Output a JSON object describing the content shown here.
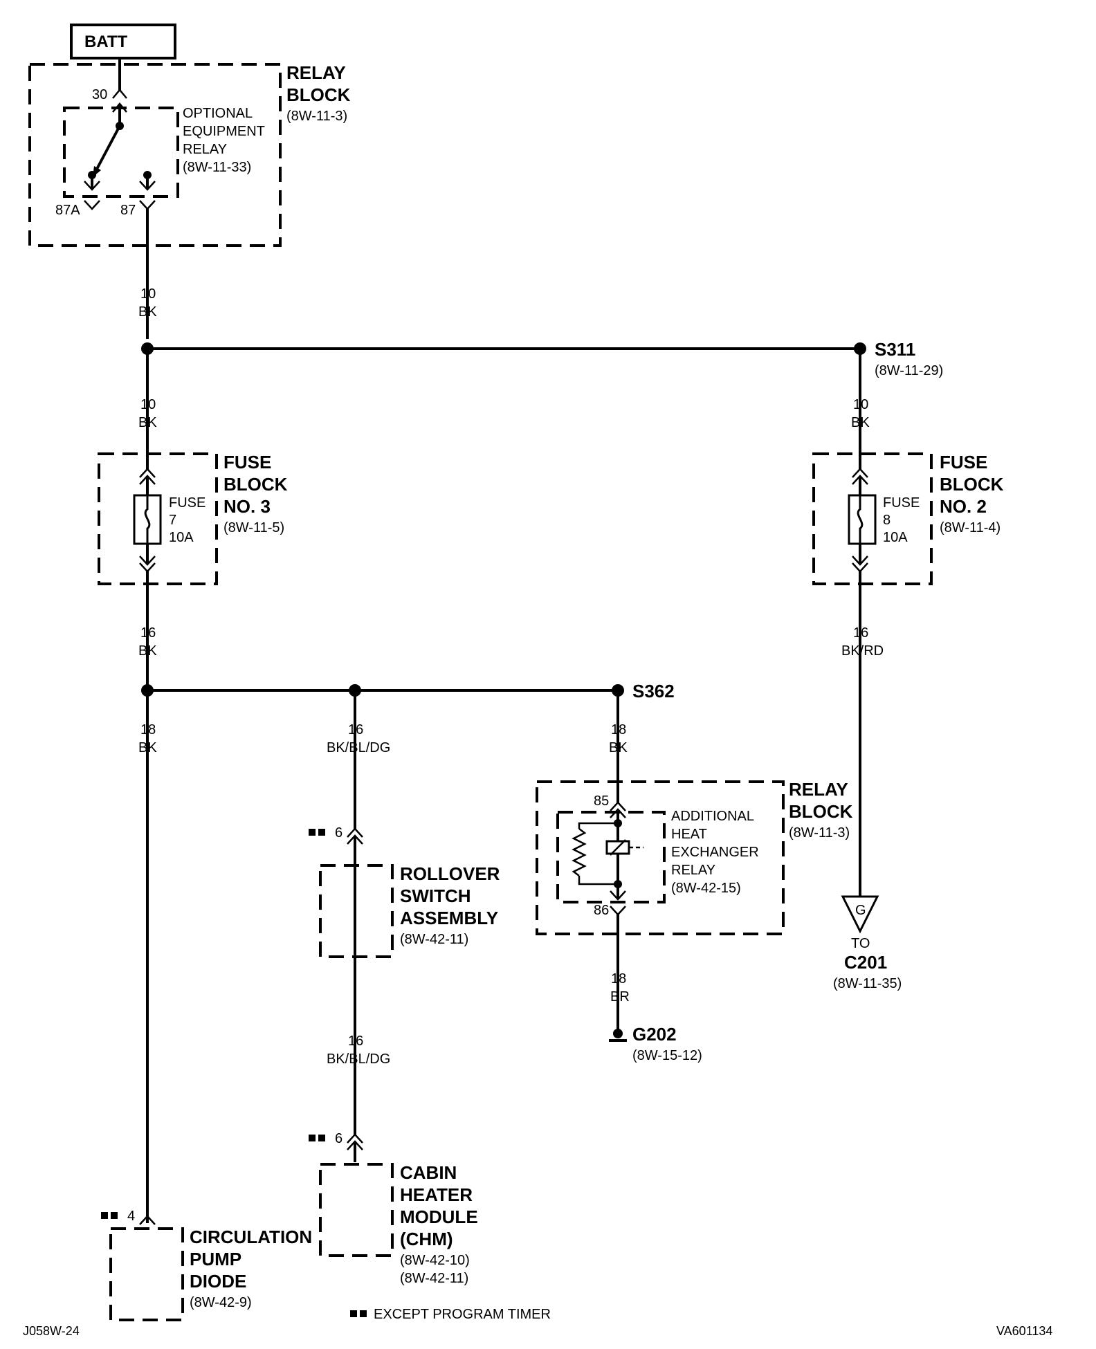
{
  "batt": "BATT",
  "relay_block_top": {
    "line1": "RELAY",
    "line2": "BLOCK",
    "ref": "(8W-11-3)"
  },
  "optional_relay": {
    "line1": "OPTIONAL",
    "line2": "EQUIPMENT",
    "line3": "RELAY",
    "ref": "(8W-11-33)",
    "pin30": "30",
    "pin87a": "87A",
    "pin87": "87"
  },
  "wire_10bk": {
    "gauge": "10",
    "color": "BK"
  },
  "s311": {
    "name": "S311",
    "ref": "(8W-11-29)"
  },
  "fuse_block_3": {
    "line1": "FUSE",
    "line2": "BLOCK",
    "line3": "NO. 3",
    "ref": "(8W-11-5)",
    "fuse_label": "FUSE",
    "fuse_num": "7",
    "fuse_amp": "10A"
  },
  "fuse_block_2": {
    "line1": "FUSE",
    "line2": "BLOCK",
    "line3": "NO. 2",
    "ref": "(8W-11-4)",
    "fuse_label": "FUSE",
    "fuse_num": "8",
    "fuse_amp": "10A"
  },
  "wire_16bk": {
    "gauge": "16",
    "color": "BK"
  },
  "wire_16bkrd": {
    "gauge": "16",
    "color": "BK/RD"
  },
  "wire_18bk": {
    "gauge": "18",
    "color": "BK"
  },
  "wire_16bkbldg": {
    "gauge": "16",
    "color": "BK/BL/DG"
  },
  "wire_18br": {
    "gauge": "18",
    "color": "BR"
  },
  "s362": {
    "name": "S362"
  },
  "relay_block_mid": {
    "line1": "RELAY",
    "line2": "BLOCK",
    "ref": "(8W-11-3)"
  },
  "heat_relay": {
    "line1": "ADDITIONAL",
    "line2": "HEAT",
    "line3": "EXCHANGER",
    "line4": "RELAY",
    "ref": "(8W-42-15)",
    "pin85": "85",
    "pin86": "86"
  },
  "rollover": {
    "line1": "ROLLOVER",
    "line2": "SWITCH",
    "line3": "ASSEMBLY",
    "ref": "(8W-42-11)",
    "pin": "6"
  },
  "chm": {
    "line1": "CABIN",
    "line2": "HEATER",
    "line3": "MODULE",
    "line4": "(CHM)",
    "ref1": "(8W-42-10)",
    "ref2": "(8W-42-11)",
    "pin": "6"
  },
  "circ_pump": {
    "line1": "CIRCULATION",
    "line2": "PUMP",
    "line3": "DIODE",
    "ref": "(8W-42-9)",
    "pin": "4"
  },
  "g202": {
    "name": "G202",
    "ref": "(8W-15-12)"
  },
  "c201": {
    "symbol": "G",
    "to": "TO",
    "name": "C201",
    "ref": "(8W-11-35)"
  },
  "legend": "EXCEPT PROGRAM TIMER",
  "footer_left": "J058W-24",
  "footer_right": "VA601134"
}
